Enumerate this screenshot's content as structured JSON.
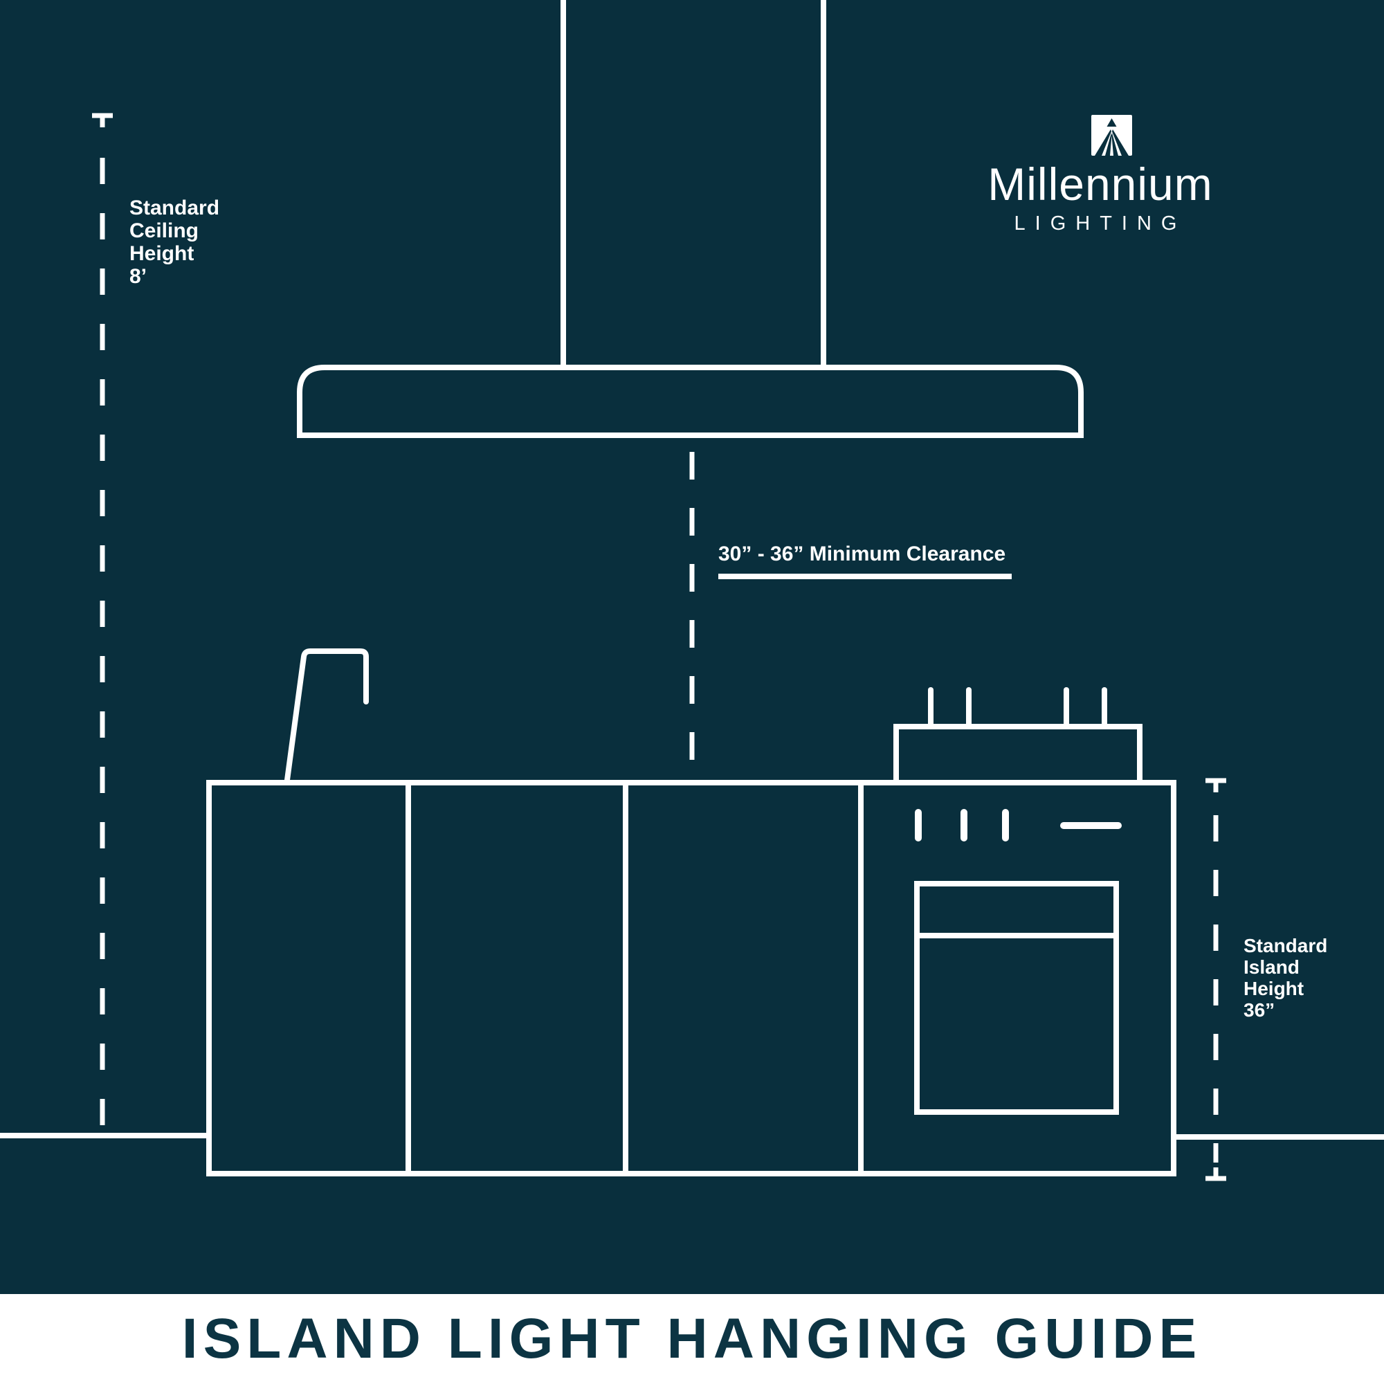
{
  "brand": {
    "name": "Millennium",
    "tagline": "LIGHTING",
    "logo_icon": "millennium-peak-icon"
  },
  "labels": {
    "ceiling_height": {
      "lines": [
        "Standard",
        "Ceiling",
        "Height",
        "8’"
      ]
    },
    "clearance": {
      "text": "30” - 36” Minimum Clearance"
    },
    "island_height": {
      "lines": [
        "Standard",
        "Island",
        "Height",
        "36”"
      ]
    }
  },
  "footer": {
    "title": "ISLAND LIGHT HANGING GUIDE"
  },
  "colors": {
    "background": "#092F3D",
    "line": "#FFFFFF",
    "footer_background": "#FFFFFF",
    "footer_text": "#0C3443"
  }
}
